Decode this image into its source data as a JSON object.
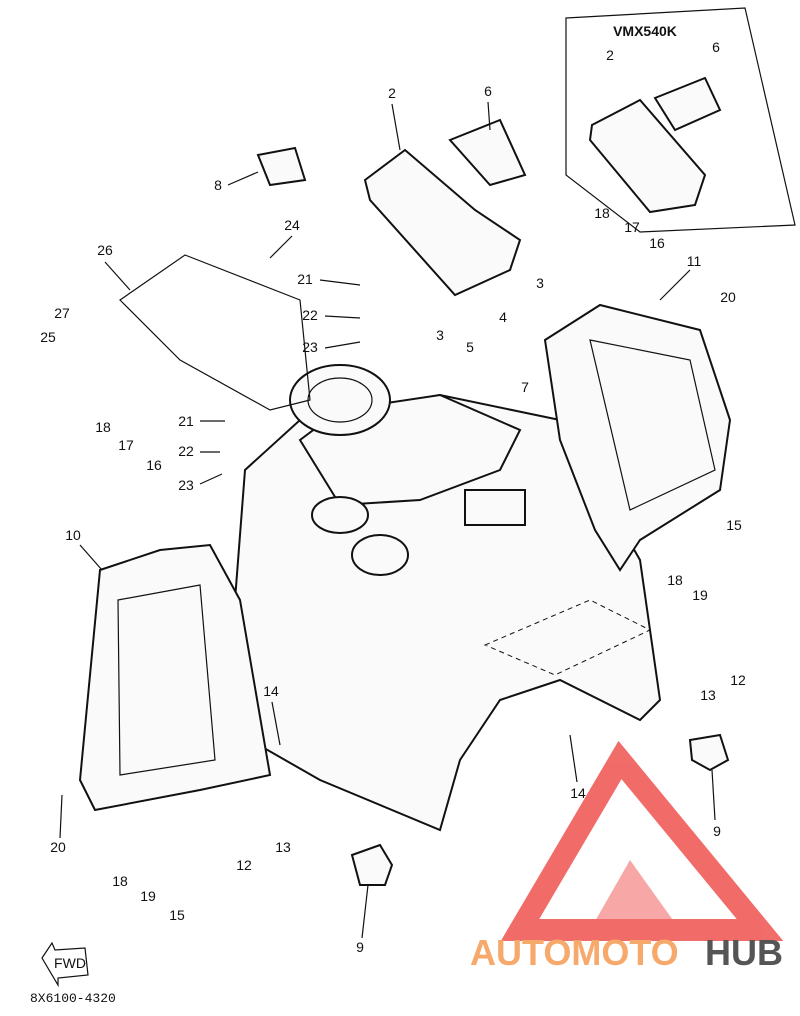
{
  "inset": {
    "title": "VMX540K",
    "labels": [
      "2",
      "6"
    ]
  },
  "callouts": [
    "2",
    "6",
    "8",
    "24",
    "26",
    "27",
    "25",
    "21",
    "22",
    "23",
    "3",
    "3",
    "4",
    "5",
    "7",
    "21",
    "22",
    "23",
    "18",
    "17",
    "16",
    "11",
    "20",
    "18",
    "17",
    "16",
    "10",
    "15",
    "18",
    "19",
    "13",
    "12",
    "14",
    "14",
    "9",
    "20",
    "12",
    "13",
    "18",
    "19",
    "15",
    "9"
  ],
  "fwd_label": "FWD",
  "diagram_code": "8X6100-4320",
  "watermark": {
    "part1": "AUTOMOTO",
    "part2": "HUB",
    "color1": "#f7a86b",
    "color2": "#555555",
    "logo_color": "#ef5350"
  }
}
